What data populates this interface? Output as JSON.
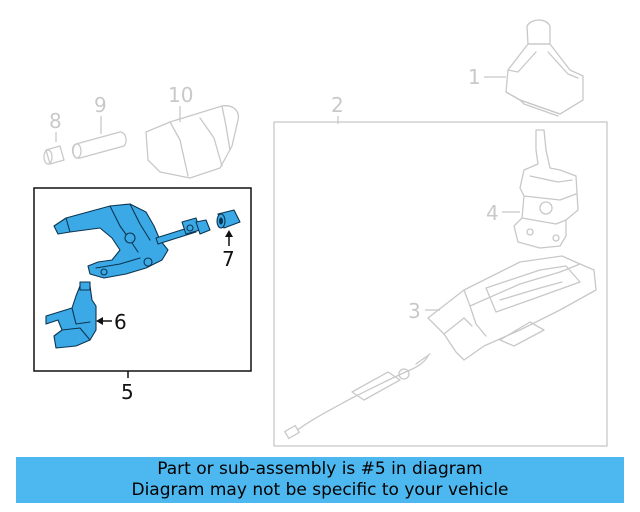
{
  "callouts": {
    "c1": "1",
    "c2": "2",
    "c3": "3",
    "c4": "4",
    "c5": "5",
    "c6": "6",
    "c7": "7",
    "c8": "8",
    "c9": "9",
    "c10": "10"
  },
  "banner": {
    "line1": "Part or sub-assembly is #5 in diagram",
    "line2": "Diagram may not be specific to your vehicle"
  },
  "colors": {
    "highlight": "#3aa9e6",
    "banner": "#4db8ef",
    "ghost": "#c8c8c8"
  }
}
